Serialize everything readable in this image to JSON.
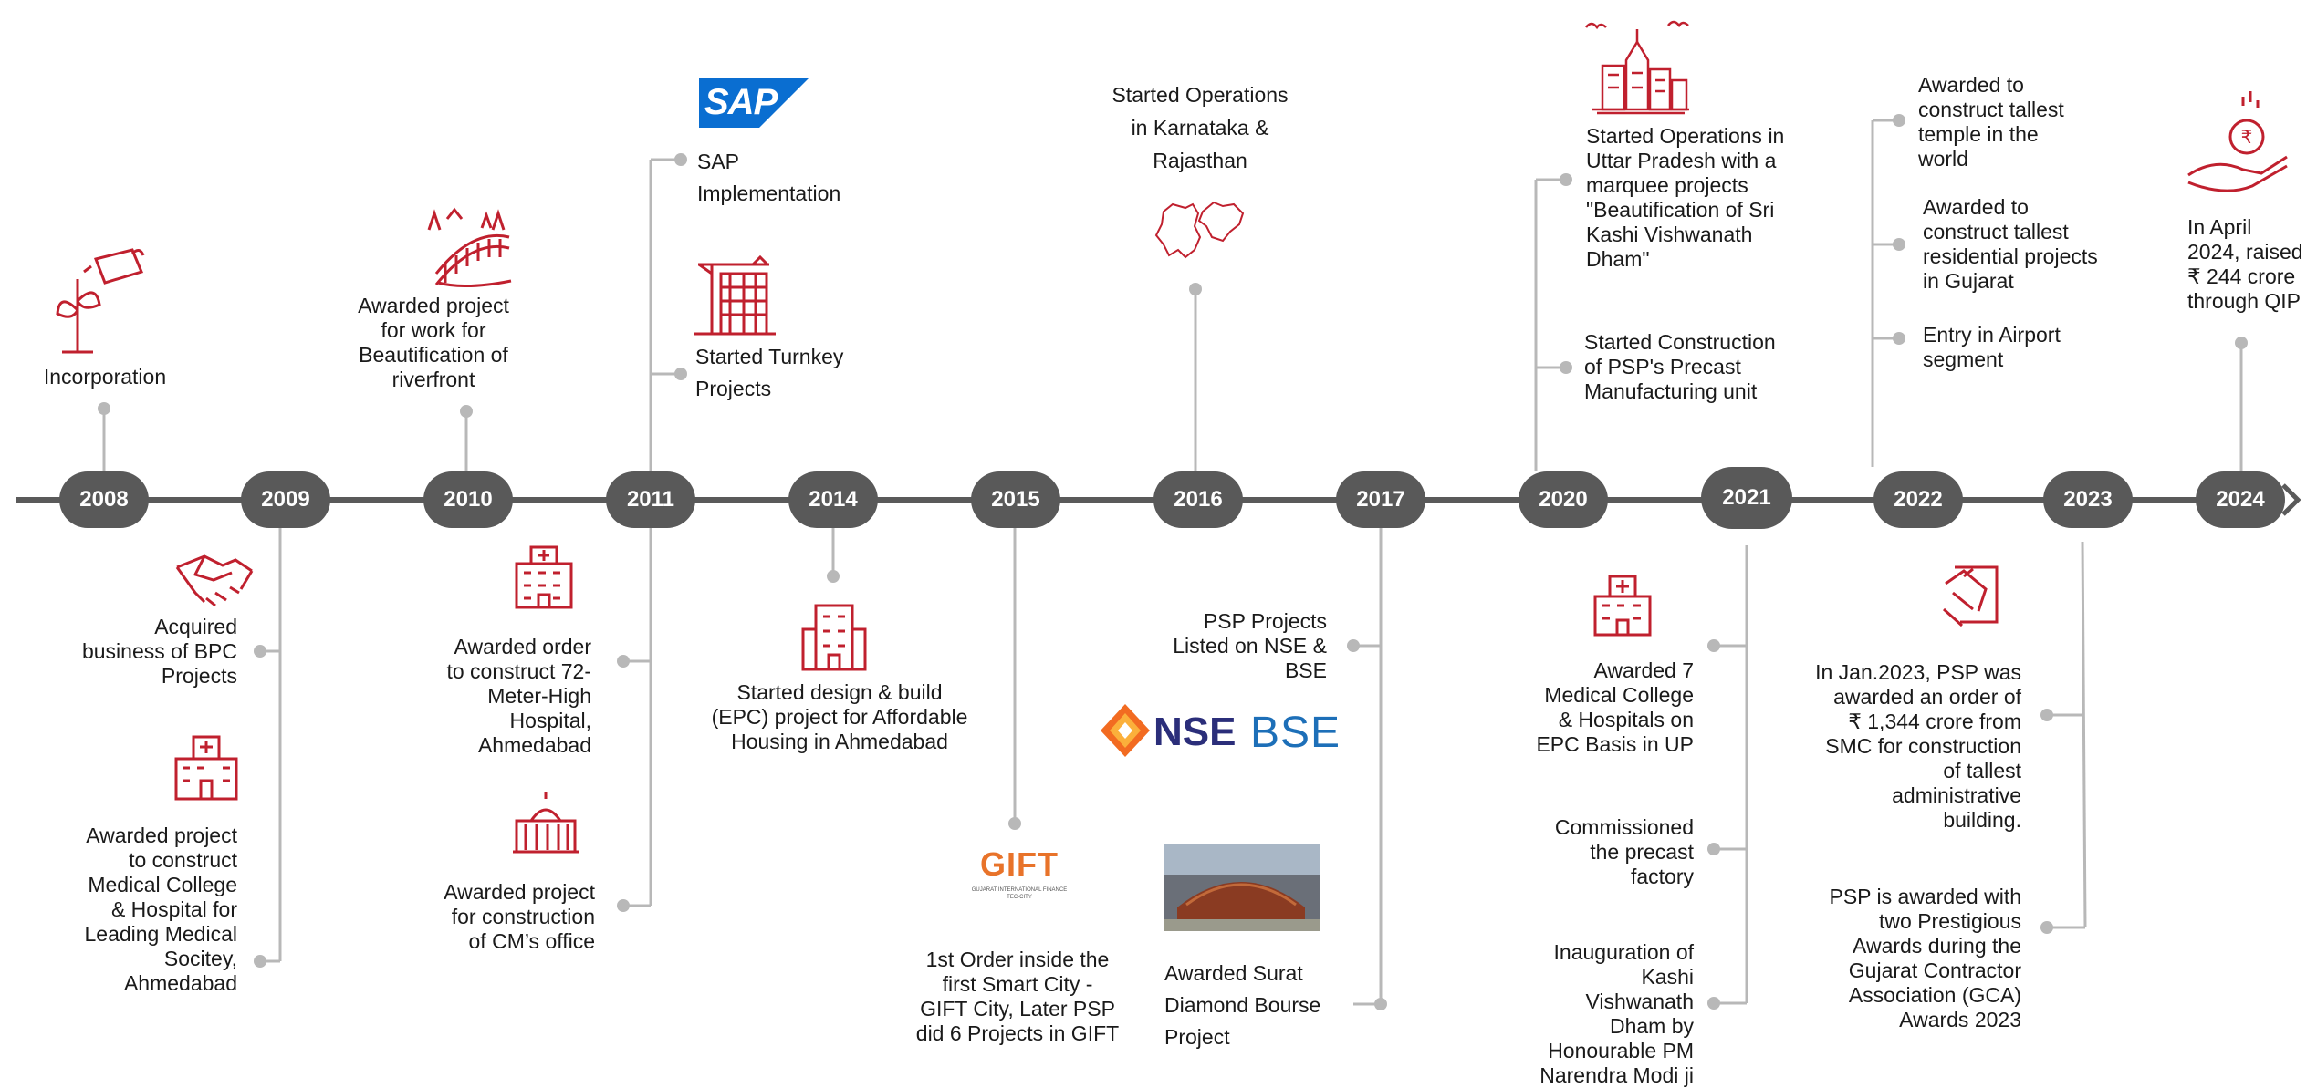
{
  "years": [
    "2008",
    "2009",
    "2010",
    "2011",
    "2014",
    "2015",
    "2016",
    "2017",
    "2020",
    "2021",
    "2022",
    "2023",
    "2024"
  ],
  "events": {
    "incorporation": "Incorporation",
    "riverfront": "Awarded project\nfor work for\nBeautification of\nriverfront",
    "sap": "SAP\nImplementation",
    "turnkey": "Started Turnkey\nProjects",
    "karnataka": "Started Operations\nin Karnataka &\nRajasthan",
    "uttar_pradesh": "Started Operations in\nUttar Pradesh with a\nmarquee projects\n\"Beautification of Sri\nKashi Vishwanath\nDham\"",
    "precast_unit": "Started Construction\nof PSP's Precast\nManufacturing unit",
    "temple": "Awarded to\nconstruct tallest\ntemple in the\nworld",
    "residential": "Awarded to\nconstruct tallest\nresidential projects\nin Gujarat",
    "airport": "Entry in Airport\nsegment",
    "qip": "In April\n2024, raised\n₹ 244 crore\nthrough QIP",
    "bpc": "Acquired\nbusiness of BPC\nProjects",
    "medical_college": "Awarded project\nto construct\nMedical College\n& Hospital for\nLeading Medical\nSocitey,\nAhmedabad",
    "hospital_72m": "Awarded order\nto construct 72-\nMeter-High\nHospital,\nAhmedabad",
    "cm_office": "Awarded project\nfor construction\nof CM’s office",
    "affordable_housing": "Started design &  build\n(EPC) project for Affordable\nHousing in Ahmedabad",
    "gift_city": "1st Order inside the\nfirst Smart City -\nGIFT City, Later PSP\ndid 6 Projects in GIFT",
    "listed": "PSP Projects\nListed on NSE &\nBSE",
    "diamond_bourse": "Awarded Surat\nDiamond Bourse\nProject",
    "medical_up": "Awarded 7\nMedical College\n& Hospitals on\nEPC Basis in UP",
    "precast_factory": "Commissioned\nthe precast\nfactory",
    "kashi_inauguration": "Inauguration of\nKashi\nVishwanath\nDham by\nHonourable PM\nNarendra Modi ji",
    "smc_order": "In Jan.2023, PSP was\nawarded an order of\n₹ 1,344 crore from\nSMC for construction\nof tallest\nadministrative\nbuilding.",
    "gca_awards": "PSP is awarded with\ntwo Prestigious\nAwards during the\nGujarat Contractor\nAssociation (GCA)\nAwards 2023"
  },
  "logos": {
    "sap": "SAP",
    "nse": "NSE",
    "bse": "BSE",
    "gift": "GIFT",
    "gift_sub": "GUJARAT INTERNATIONAL FINANCE TEC-CITY"
  },
  "icons": [
    "plant-watering-icon",
    "bridge-riverfront-icon",
    "crane-building-icon",
    "india-states-map-icon",
    "temple-city-icon",
    "hospital-icon",
    "government-building-icon",
    "apartment-building-icon",
    "handshake-icon",
    "rupee-hand-icon",
    "document-award-icon",
    "surat-diamond-bourse-photo"
  ],
  "colors": {
    "accent": "#c0202e",
    "pill": "#595959",
    "axis": "#5a5a5a",
    "connector": "#b8b8b8",
    "sap_blue": "#0a6ed1",
    "nse_navy": "#2b2e7a",
    "bse_blue": "#1d6fb8"
  }
}
